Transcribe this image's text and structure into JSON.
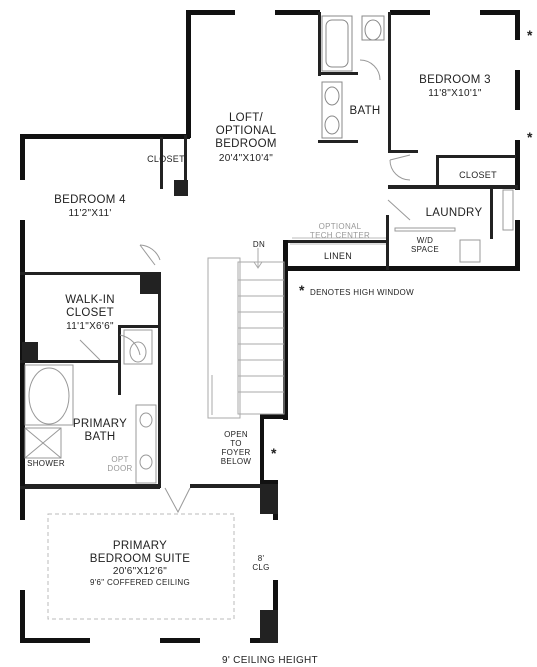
{
  "rooms": {
    "loft": {
      "name": "LOFT/\nOPTIONAL\nBEDROOM",
      "size": "20'4\"X10'4\""
    },
    "bedroom3": {
      "name": "BEDROOM 3",
      "size": "11'8\"X10'1\""
    },
    "bath": {
      "name": "BATH"
    },
    "bedroom4": {
      "name": "BEDROOM 4",
      "size": "11'2\"X11'"
    },
    "closet_bed4": {
      "name": "CLOSET"
    },
    "closet_bed3": {
      "name": "CLOSET"
    },
    "laundry": {
      "name": "LAUNDRY"
    },
    "wd": {
      "name": "W/D\nSPACE"
    },
    "tech": {
      "name": "OPTIONAL\nTECH CENTER"
    },
    "linen": {
      "name": "LINEN"
    },
    "stairs": {
      "name": "DN"
    },
    "walkin": {
      "name": "WALK-IN\nCLOSET",
      "size": "11'1\"X6'6\""
    },
    "primary_bath": {
      "name": "PRIMARY\nBATH"
    },
    "shower": {
      "name": "SHOWER"
    },
    "opt_door": {
      "name": "OPT\nDOOR"
    },
    "open_foyer": {
      "name": "OPEN\nTO\nFOYER\nBELOW"
    },
    "primary_suite": {
      "name": "PRIMARY\nBEDROOM SUITE",
      "size": "20'6\"X12'6\"",
      "note": "9'6\" COFFERED CEILING"
    },
    "clg": {
      "name": "8'\nCLG"
    }
  },
  "legend": {
    "symbol": "*",
    "text": "DENOTES HIGH WINDOW"
  },
  "footer": {
    "ceiling": "9' CEILING HEIGHT"
  }
}
